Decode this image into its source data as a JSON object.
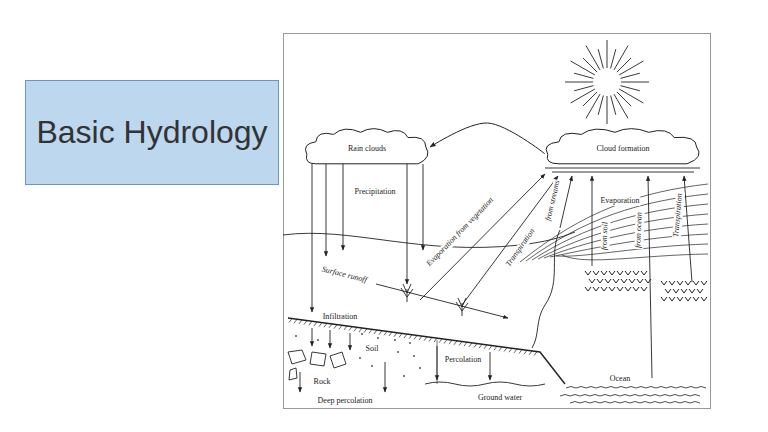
{
  "diagram": {
    "nodes": [
      {
        "text": [
          "Basic Hydrology"
        ]
      },
      {
        "text": [
          "Rain clouds"
        ]
      },
      {
        "text": [
          "Cloud formation"
        ]
      }
    ],
    "edges": [
      {
        "from": 2,
        "to": 1,
        "arrow": "to"
      }
    ],
    "labels": [
      "Precipitation",
      "Evaporation from vegetation",
      "Transpiration",
      "from streams",
      "from soil",
      "Evaporation",
      "from ocean",
      "Transpiration",
      "Surface runoff",
      "Infiltration",
      "Soil",
      "Percolation",
      "Rock",
      "Deep percolation",
      "Ground water",
      "Ocean"
    ]
  }
}
